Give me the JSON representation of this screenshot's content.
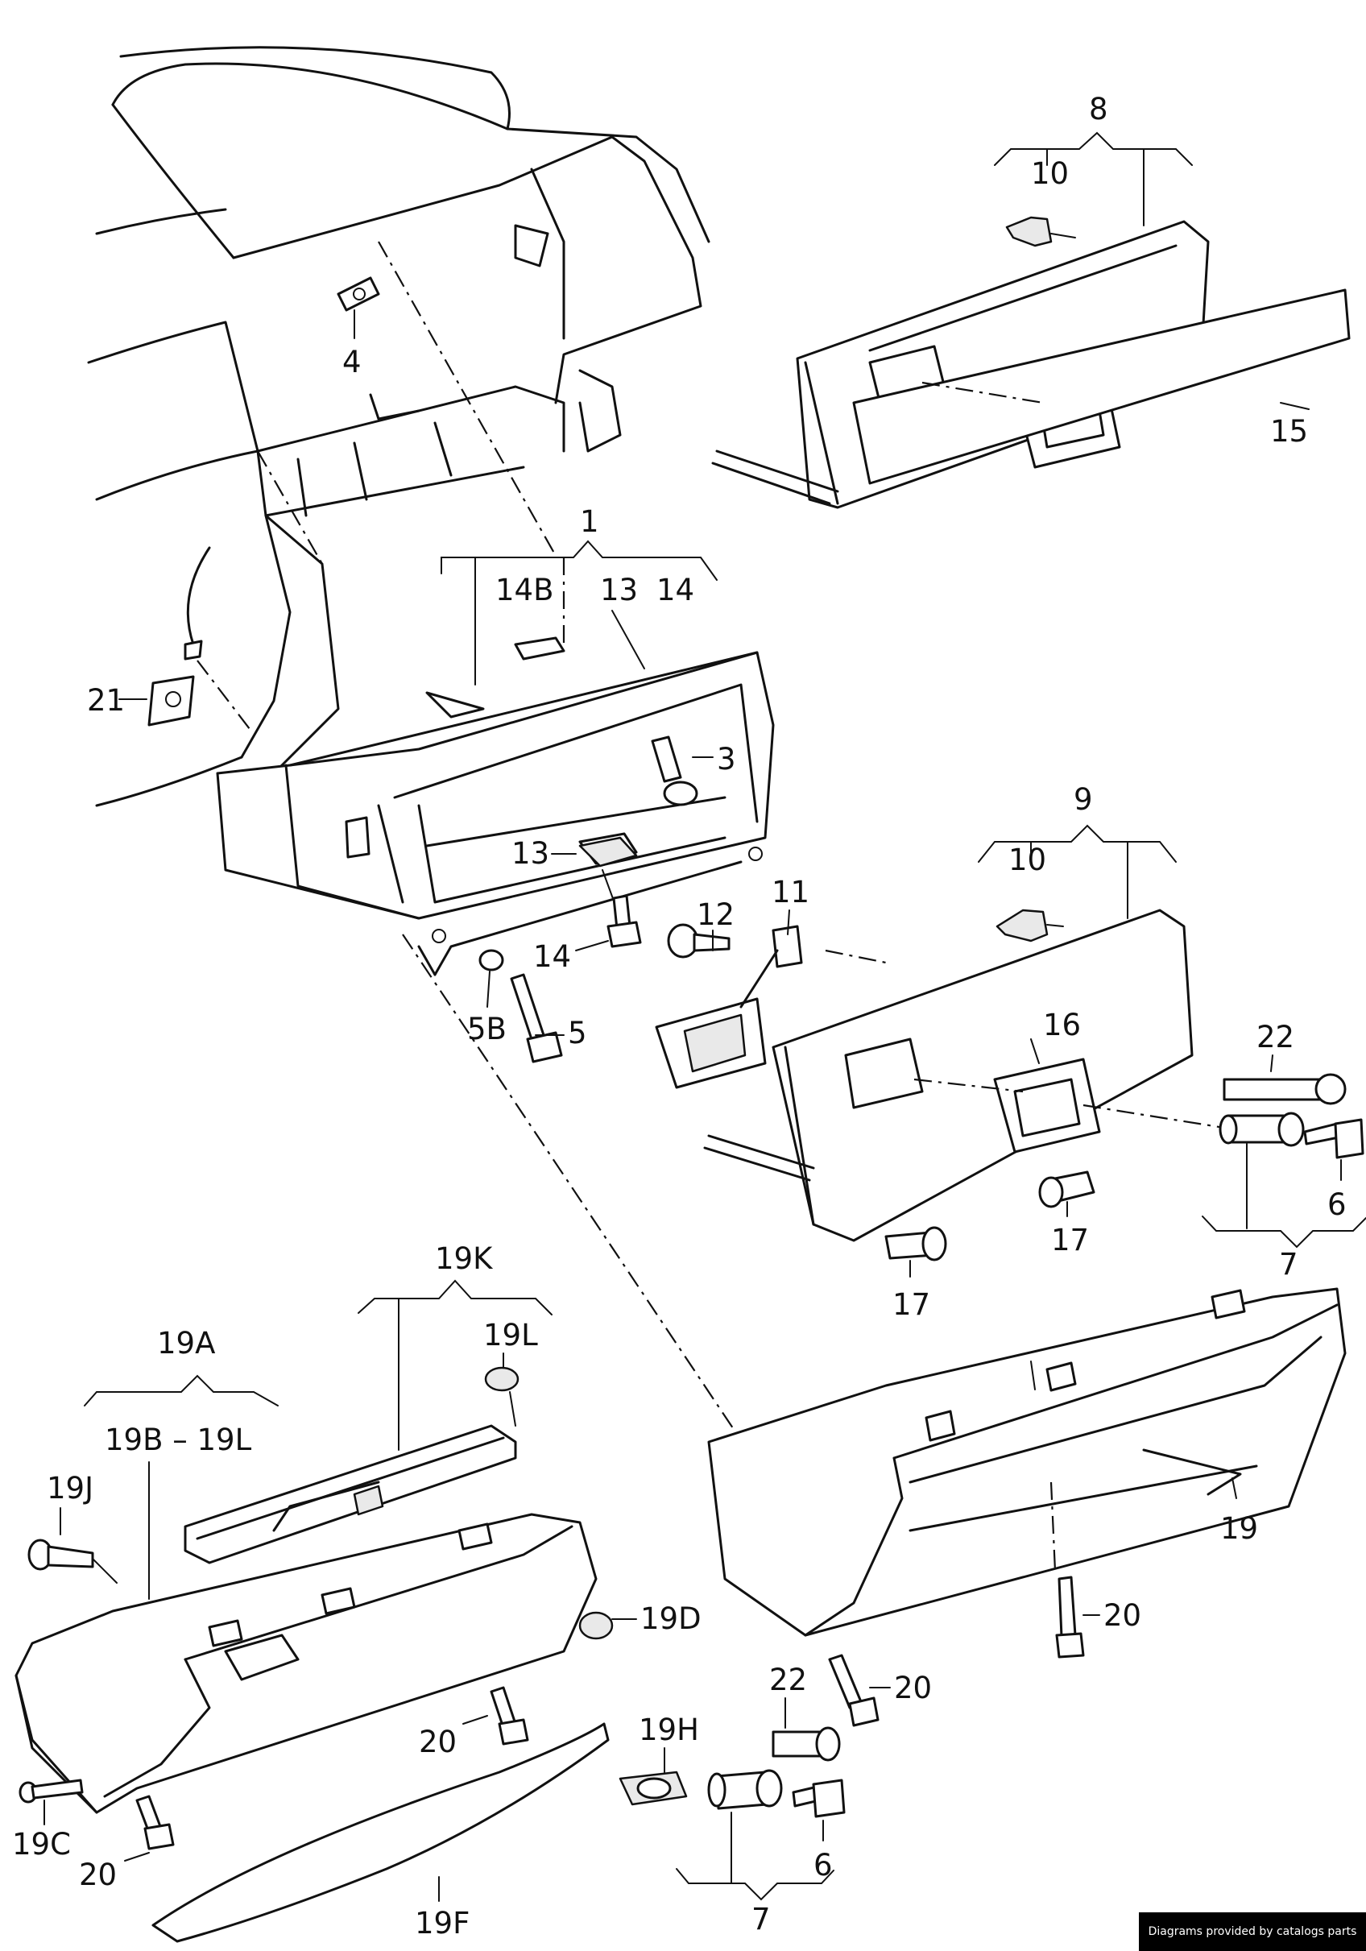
{
  "labels": {
    "l1": "1",
    "l3": "3",
    "l4": "4",
    "l5": "5",
    "l5b": "5B",
    "l6a": "6",
    "l6b": "6",
    "l7a": "7",
    "l7b": "7",
    "l8": "8",
    "l9": "9",
    "l10a": "10",
    "l10b": "10",
    "l11": "11",
    "l12": "12",
    "l13a": "13",
    "l13b": "13",
    "l14a": "14",
    "l14b": "14",
    "l14B": "14B",
    "l15": "15",
    "l16": "16",
    "l17a": "17",
    "l17b": "17",
    "l19": "19",
    "l19A": "19A",
    "l19BL": "19B – 19L",
    "l19C": "19C",
    "l19D": "19D",
    "l19F": "19F",
    "l19H": "19H",
    "l19J": "19J",
    "l19K": "19K",
    "l19L": "19L",
    "l20a": "20",
    "l20b": "20",
    "l20c": "20",
    "l20d": "20",
    "l21": "21",
    "l22a": "22",
    "l22b": "22"
  },
  "footer": {
    "credit": "Diagrams provided by catalogs parts"
  }
}
